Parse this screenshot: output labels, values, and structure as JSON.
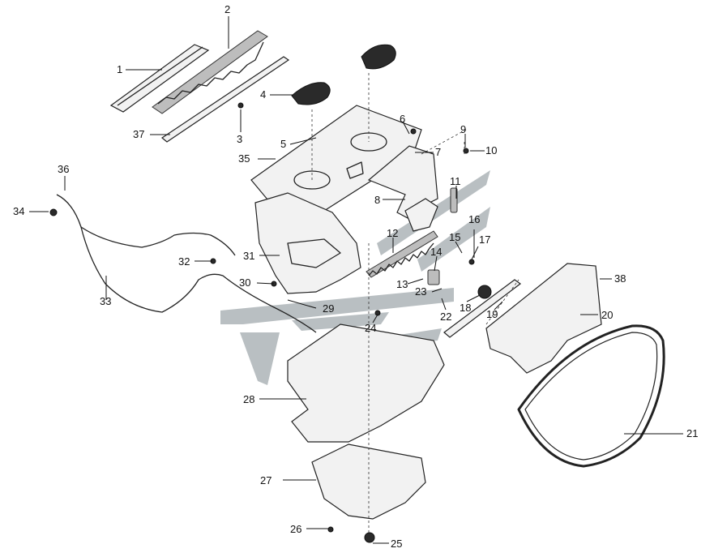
{
  "callouts": [
    {
      "id": "c1",
      "text": "1"
    },
    {
      "id": "c2",
      "text": "2"
    },
    {
      "id": "c3",
      "text": "3"
    },
    {
      "id": "c4",
      "text": "4"
    },
    {
      "id": "c5",
      "text": "5"
    },
    {
      "id": "c6",
      "text": "6"
    },
    {
      "id": "c7",
      "text": "7"
    },
    {
      "id": "c8",
      "text": "8"
    },
    {
      "id": "c9",
      "text": "9"
    },
    {
      "id": "c10",
      "text": "10"
    },
    {
      "id": "c11",
      "text": "11"
    },
    {
      "id": "c12",
      "text": "12"
    },
    {
      "id": "c13",
      "text": "13"
    },
    {
      "id": "c14",
      "text": "14"
    },
    {
      "id": "c15",
      "text": "15"
    },
    {
      "id": "c16",
      "text": "16"
    },
    {
      "id": "c17",
      "text": "17"
    },
    {
      "id": "c18",
      "text": "18"
    },
    {
      "id": "c19",
      "text": "19"
    },
    {
      "id": "c20",
      "text": "20"
    },
    {
      "id": "c21",
      "text": "21"
    },
    {
      "id": "c22",
      "text": "22"
    },
    {
      "id": "c23",
      "text": "23"
    },
    {
      "id": "c24",
      "text": "24"
    },
    {
      "id": "c25",
      "text": "25"
    },
    {
      "id": "c26",
      "text": "26"
    },
    {
      "id": "c27",
      "text": "27"
    },
    {
      "id": "c28",
      "text": "28"
    },
    {
      "id": "c29",
      "text": "29"
    },
    {
      "id": "c30",
      "text": "30"
    },
    {
      "id": "c31",
      "text": "31"
    },
    {
      "id": "c32",
      "text": "32"
    },
    {
      "id": "c33",
      "text": "33"
    },
    {
      "id": "c34",
      "text": "34"
    },
    {
      "id": "c35",
      "text": "35"
    },
    {
      "id": "c36",
      "text": "36"
    },
    {
      "id": "c37",
      "text": "37"
    },
    {
      "id": "c38",
      "text": "38"
    }
  ],
  "colors": {
    "line": "#222222",
    "watermark": "#7f8a90",
    "background": "#ffffff"
  }
}
